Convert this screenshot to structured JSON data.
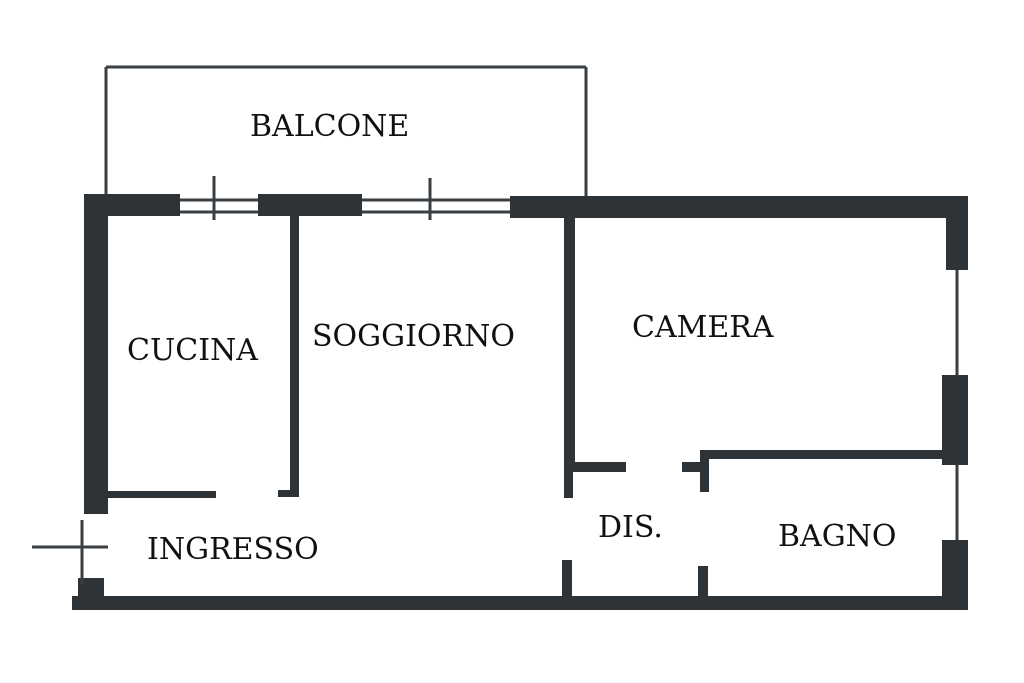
{
  "rooms": {
    "balcone": "BALCONE",
    "cucina": "CUCINA",
    "soggiorno": "SOGGIORNO",
    "camera": "CAMERA",
    "ingresso": "INGRESSO",
    "dis": "DIS.",
    "bagno": "BAGNO"
  },
  "colors": {
    "wall": "#2e3338",
    "thin_line": "#3a3f44",
    "text": "#111111",
    "background": "#ffffff"
  }
}
